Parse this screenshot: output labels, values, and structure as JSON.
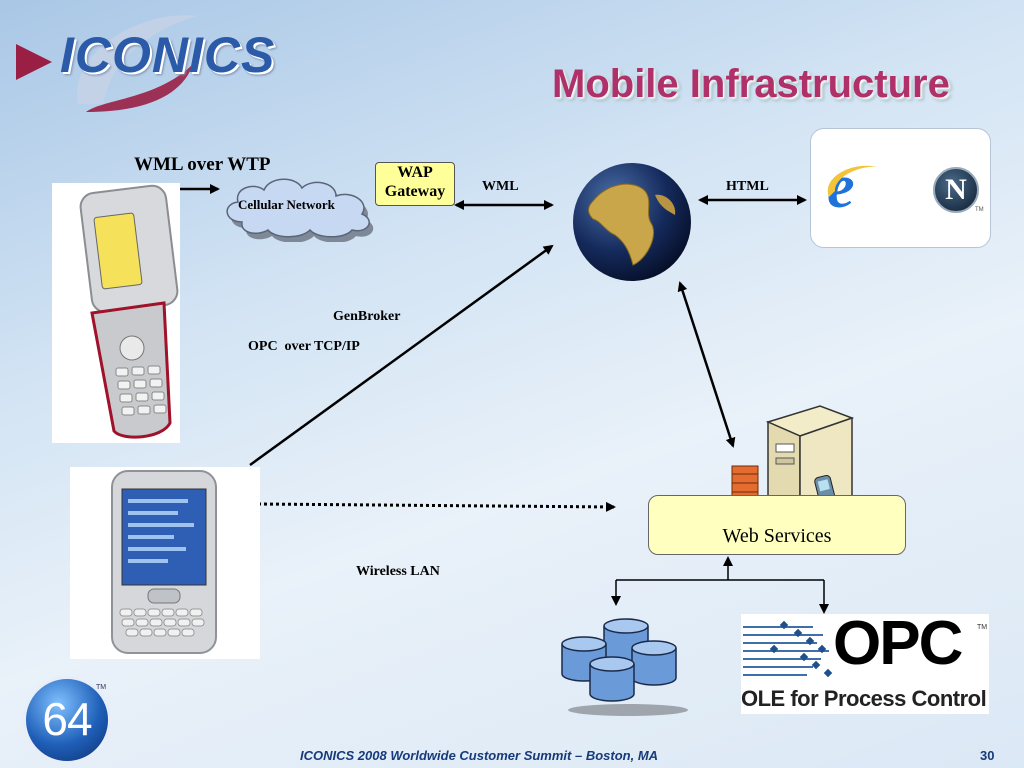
{
  "header": {
    "logo_text": "ICONICS",
    "title": "Mobile Infrastructure"
  },
  "diagram": {
    "wml_over_wtp": "WML over WTP",
    "cellular_network": "Cellular Network",
    "wap_gateway_line1": "WAP",
    "wap_gateway_line2": "Gateway",
    "wml": "WML",
    "html": "HTML",
    "genbroker": "GenBroker",
    "opc_over_tcpip": "OPC  over TCP/IP",
    "wireless_lan": "Wireless LAN",
    "web_services": "Web Services",
    "opc_logo_text": "OPC",
    "opc_tagline": "OLE for Process Control",
    "tm": "TM",
    "browser_n": "N"
  },
  "badge": {
    "text": "64",
    "tm": "TM"
  },
  "footer": {
    "text": "ICONICS 2008 Worldwide Customer Summit – Boston, MA",
    "page_number": "30"
  },
  "colors": {
    "title": "#b0306a",
    "logo": "#2a5aa8",
    "wap_fill": "#ffff99",
    "web_services_fill": "#ffffc0",
    "footer": "#163a7a"
  }
}
